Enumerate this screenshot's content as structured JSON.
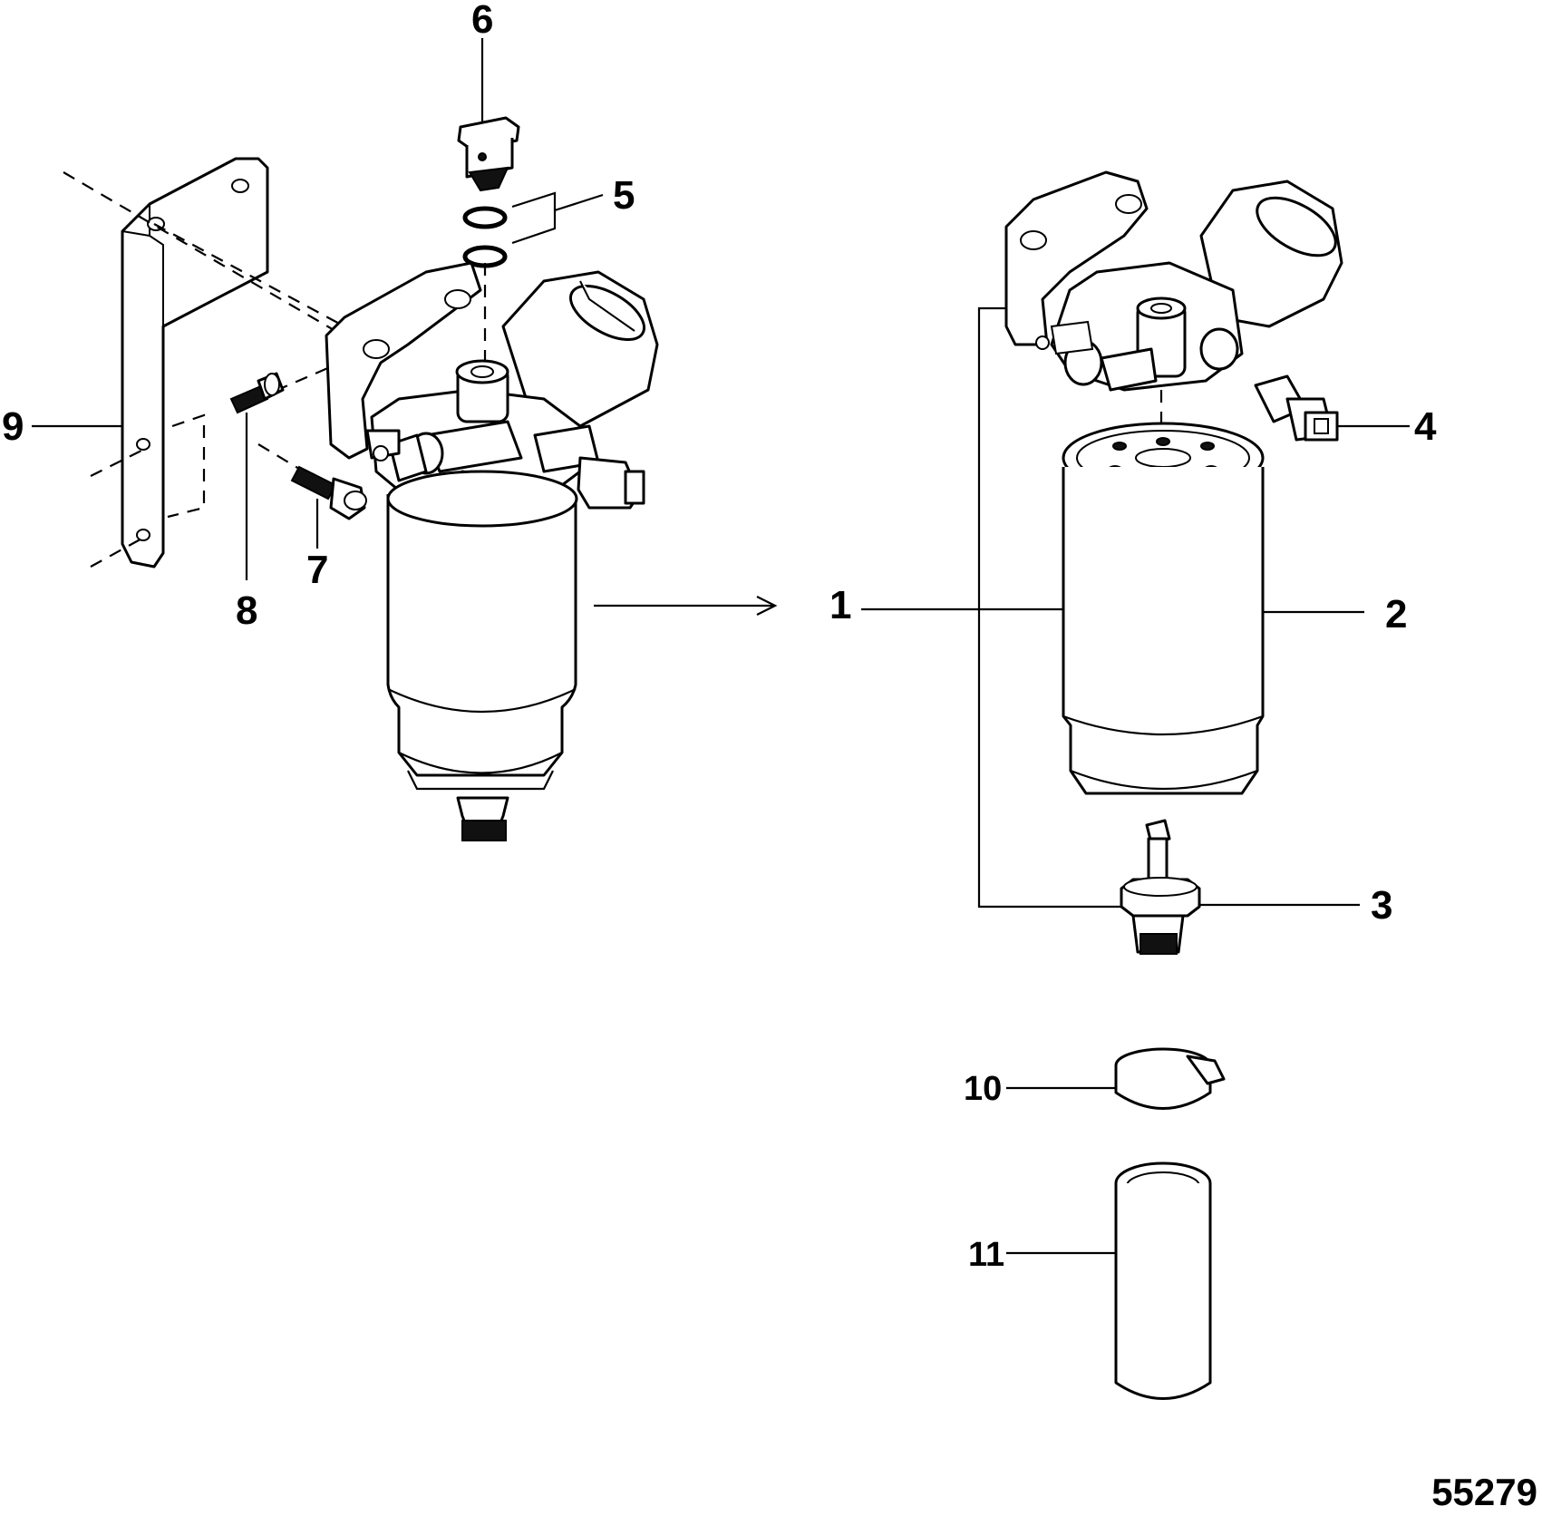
{
  "callouts": {
    "c1": "1",
    "c2": "2",
    "c3": "3",
    "c4": "4",
    "c5": "5",
    "c6": "6",
    "c7": "7",
    "c8": "8",
    "c9": "9",
    "c10": "10",
    "c11": "11"
  },
  "figure_number": "55279"
}
